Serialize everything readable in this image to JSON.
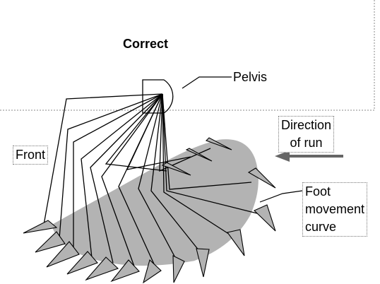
{
  "title": "Correct",
  "labels": {
    "pelvis": "Pelvis",
    "front": "Front",
    "direction_line1": "Direction",
    "direction_line2": "of run",
    "foot_line1": "Foot",
    "foot_line2": "movement",
    "foot_line3": "curve"
  },
  "colors": {
    "curve_fill": "#b3b3b3",
    "stroke": "#000000",
    "arrow": "#666666",
    "label_border": "#777777"
  }
}
